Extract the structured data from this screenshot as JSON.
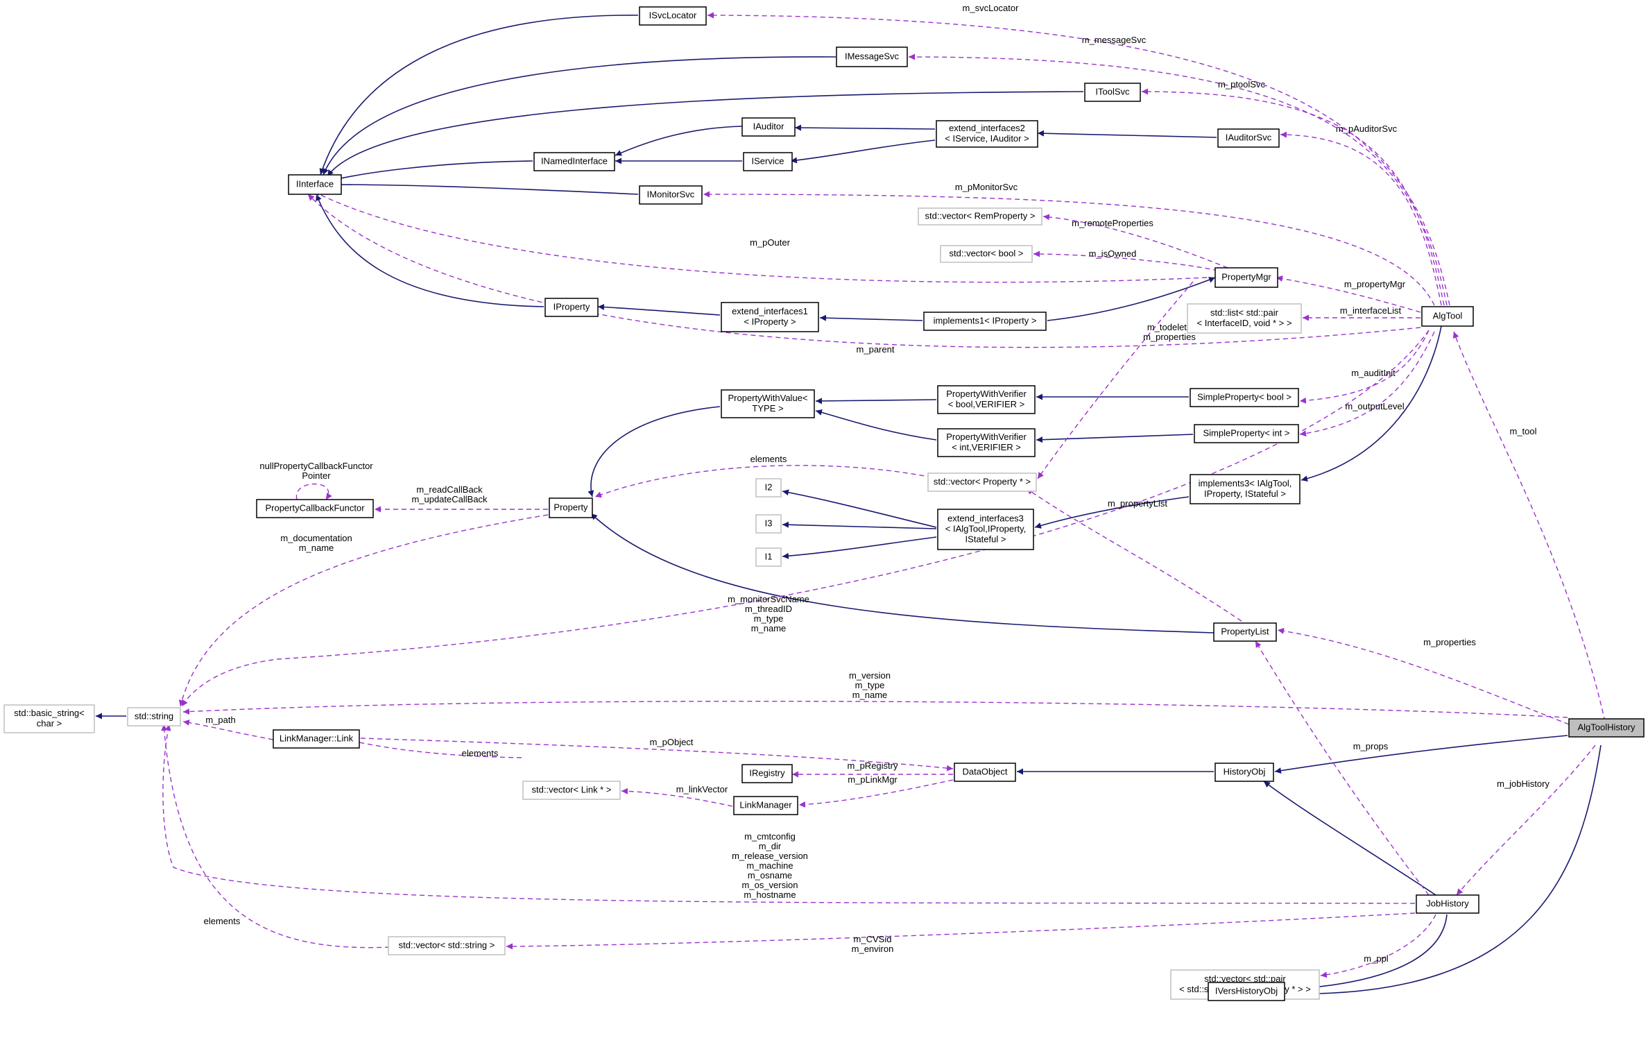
{
  "colors": {
    "inheritance": "#191970",
    "usage": "#9a32cd",
    "node_border": "#000000",
    "external_border": "#bfbfbf",
    "highlight_fill": "#bfbfbf"
  },
  "nodes": [
    {
      "id": "ISvcLocator",
      "lines": [
        "ISvcLocator"
      ]
    },
    {
      "id": "IMessageSvc",
      "lines": [
        "IMessageSvc"
      ]
    },
    {
      "id": "IToolSvc",
      "lines": [
        "IToolSvc"
      ]
    },
    {
      "id": "IAuditor",
      "lines": [
        "IAuditor"
      ]
    },
    {
      "id": "extend_interfaces2",
      "lines": [
        "extend_interfaces2",
        "< IService, IAuditor >"
      ]
    },
    {
      "id": "IAuditorSvc",
      "lines": [
        "IAuditorSvc"
      ]
    },
    {
      "id": "INamedInterface",
      "lines": [
        "INamedInterface"
      ]
    },
    {
      "id": "IService",
      "lines": [
        "IService"
      ]
    },
    {
      "id": "IInterface",
      "lines": [
        "IInterface"
      ]
    },
    {
      "id": "IMonitorSvc",
      "lines": [
        "IMonitorSvc"
      ]
    },
    {
      "id": "vector_RemProperty",
      "lines": [
        "std::vector< RemProperty >"
      ]
    },
    {
      "id": "vector_bool",
      "lines": [
        "std::vector< bool >"
      ]
    },
    {
      "id": "PropertyMgr",
      "lines": [
        "PropertyMgr"
      ]
    },
    {
      "id": "list_pair",
      "lines": [
        "std::list< std::pair",
        "< InterfaceID, void * > >"
      ]
    },
    {
      "id": "AlgTool",
      "lines": [
        "AlgTool"
      ]
    },
    {
      "id": "IProperty",
      "lines": [
        "IProperty"
      ]
    },
    {
      "id": "extend_interfaces1",
      "lines": [
        "extend_interfaces1",
        "< IProperty >"
      ]
    },
    {
      "id": "implements1",
      "lines": [
        "implements1< IProperty >"
      ]
    },
    {
      "id": "PropertyWithValue",
      "lines": [
        "PropertyWithValue<",
        "TYPE >"
      ]
    },
    {
      "id": "PWV_bool",
      "lines": [
        "PropertyWithVerifier",
        "< bool,VERIFIER >"
      ]
    },
    {
      "id": "SimpleProperty_bool",
      "lines": [
        "SimpleProperty< bool >"
      ]
    },
    {
      "id": "PWV_int",
      "lines": [
        "PropertyWithVerifier",
        "< int,VERIFIER >"
      ]
    },
    {
      "id": "SimpleProperty_int",
      "lines": [
        "SimpleProperty< int >"
      ]
    },
    {
      "id": "PropertyCallbackFunctor",
      "lines": [
        "PropertyCallbackFunctor"
      ]
    },
    {
      "id": "Property",
      "lines": [
        "Property"
      ]
    },
    {
      "id": "vector_Property",
      "lines": [
        "std::vector< Property * >"
      ]
    },
    {
      "id": "implements3",
      "lines": [
        "implements3< IAlgTool,",
        "IProperty, IStateful >"
      ]
    },
    {
      "id": "I2",
      "lines": [
        "I2"
      ]
    },
    {
      "id": "I3",
      "lines": [
        "I3"
      ]
    },
    {
      "id": "I1",
      "lines": [
        "I1"
      ]
    },
    {
      "id": "extend_interfaces3",
      "lines": [
        "extend_interfaces3",
        "< IAlgTool,IProperty,",
        "IStateful >"
      ]
    },
    {
      "id": "PropertyList",
      "lines": [
        "PropertyList"
      ]
    },
    {
      "id": "basic_string",
      "lines": [
        "std::basic_string<",
        "char >"
      ]
    },
    {
      "id": "string",
      "lines": [
        "std::string"
      ]
    },
    {
      "id": "LinkManager_Link",
      "lines": [
        "LinkManager::Link"
      ]
    },
    {
      "id": "IRegistry",
      "lines": [
        "IRegistry"
      ]
    },
    {
      "id": "DataObject",
      "lines": [
        "DataObject"
      ]
    },
    {
      "id": "HistoryObj",
      "lines": [
        "HistoryObj"
      ]
    },
    {
      "id": "AlgToolHistory",
      "lines": [
        "AlgToolHistory"
      ]
    },
    {
      "id": "vector_Link",
      "lines": [
        "std::vector< Link * >"
      ]
    },
    {
      "id": "LinkManager",
      "lines": [
        "LinkManager"
      ]
    },
    {
      "id": "JobHistory",
      "lines": [
        "JobHistory"
      ]
    },
    {
      "id": "vector_string",
      "lines": [
        "std::vector< std::string >"
      ]
    },
    {
      "id": "vector_pair",
      "lines": [
        "std::vector< std::pair",
        "< std::string, const Property * > >"
      ]
    },
    {
      "id": "IVersHistoryObj",
      "lines": [
        "IVersHistoryObj"
      ]
    }
  ],
  "edge_labels": [
    {
      "id": "svcLocator",
      "lines": [
        "m_svcLocator"
      ]
    },
    {
      "id": "messageSvc",
      "lines": [
        "m_messageSvc"
      ]
    },
    {
      "id": "ptoolSvc",
      "lines": [
        "m_ptoolSvc"
      ]
    },
    {
      "id": "pAuditorSvc",
      "lines": [
        "m_pAuditorSvc"
      ]
    },
    {
      "id": "pMonitorSvc",
      "lines": [
        "m_pMonitorSvc"
      ]
    },
    {
      "id": "remoteProperties",
      "lines": [
        "m_remoteProperties"
      ]
    },
    {
      "id": "isOwned",
      "lines": [
        "m_isOwned"
      ]
    },
    {
      "id": "pOuter",
      "lines": [
        "m_pOuter"
      ]
    },
    {
      "id": "propertyMgr",
      "lines": [
        "m_propertyMgr"
      ]
    },
    {
      "id": "interfaceList",
      "lines": [
        "m_interfaceList"
      ]
    },
    {
      "id": "todelete",
      "lines": [
        "m_todelete",
        "m_properties"
      ]
    },
    {
      "id": "parent",
      "lines": [
        "m_parent"
      ]
    },
    {
      "id": "auditInit",
      "lines": [
        "m_auditInit"
      ]
    },
    {
      "id": "outputLevel",
      "lines": [
        "m_outputLevel"
      ]
    },
    {
      "id": "tool",
      "lines": [
        "m_tool"
      ]
    },
    {
      "id": "nullPCF",
      "lines": [
        "nullPropertyCallbackFunctor",
        "Pointer"
      ]
    },
    {
      "id": "pElements",
      "lines": [
        "elements"
      ]
    },
    {
      "id": "readCallBack",
      "lines": [
        "m_readCallBack",
        "m_updateCallBack"
      ]
    },
    {
      "id": "propertyList",
      "lines": [
        "m_propertyList"
      ]
    },
    {
      "id": "documentation",
      "lines": [
        "m_documentation",
        "m_name"
      ]
    },
    {
      "id": "monitorSvcName",
      "lines": [
        "m_monitorSvcName",
        "m_threadID",
        "m_type",
        "m_name"
      ]
    },
    {
      "id": "mproperties",
      "lines": [
        "m_properties"
      ]
    },
    {
      "id": "version",
      "lines": [
        "m_version",
        "m_type",
        "m_name"
      ]
    },
    {
      "id": "path",
      "lines": [
        "m_path"
      ]
    },
    {
      "id": "pObject",
      "lines": [
        "m_pObject"
      ]
    },
    {
      "id": "lElements",
      "lines": [
        "elements"
      ]
    },
    {
      "id": "pRegistry",
      "lines": [
        "m_pRegistry"
      ]
    },
    {
      "id": "pLinkMgr",
      "lines": [
        "m_pLinkMgr"
      ]
    },
    {
      "id": "linkVector",
      "lines": [
        "m_linkVector"
      ]
    },
    {
      "id": "props",
      "lines": [
        "m_props"
      ]
    },
    {
      "id": "jobHistory",
      "lines": [
        "m_jobHistory"
      ]
    },
    {
      "id": "cmtconfig",
      "lines": [
        "m_cmtconfig",
        "m_dir",
        "m_release_version",
        "m_machine",
        "m_osname",
        "m_os_version",
        "m_hostname"
      ]
    },
    {
      "id": "sElements",
      "lines": [
        "elements"
      ]
    },
    {
      "id": "CVSid",
      "lines": [
        "m_CVSid",
        "m_environ"
      ]
    },
    {
      "id": "ppl",
      "lines": [
        "m_ppl"
      ]
    }
  ]
}
